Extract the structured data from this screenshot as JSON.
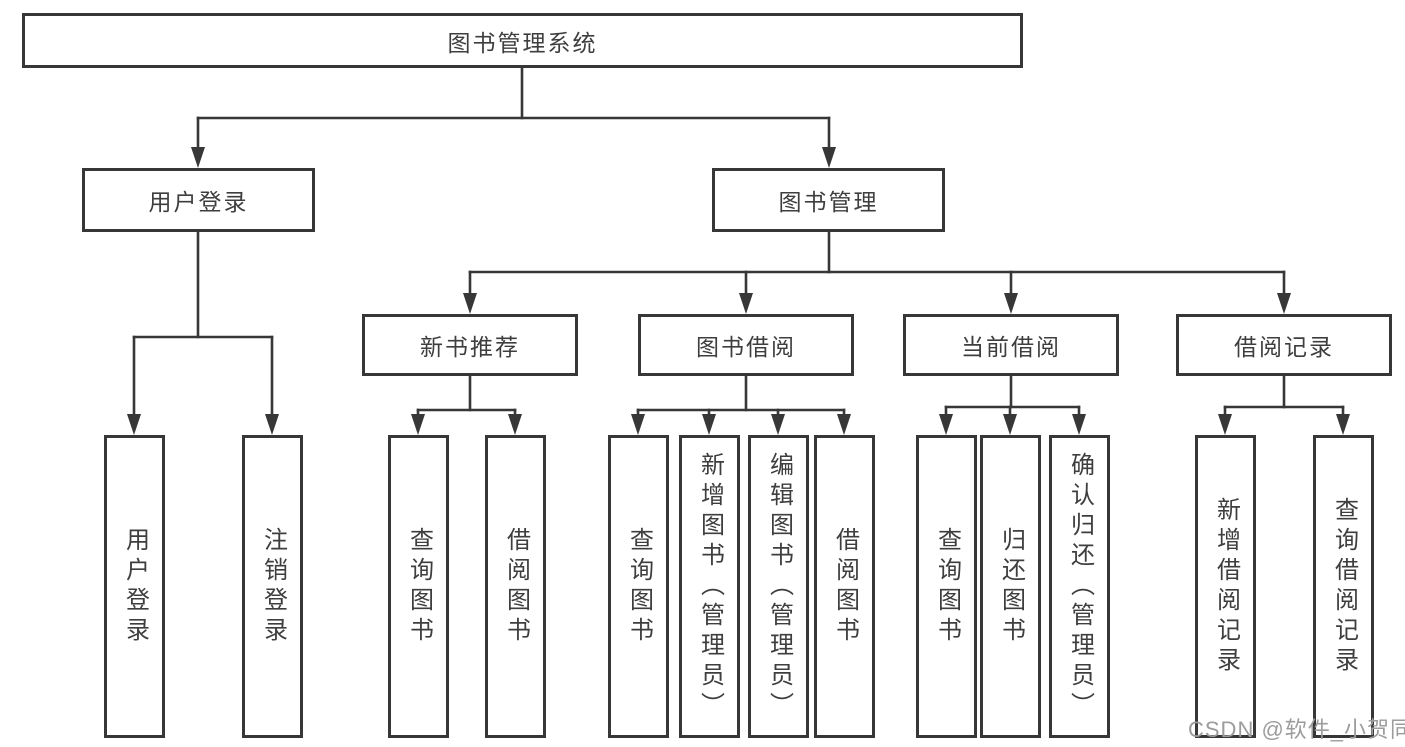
{
  "tree": {
    "label": "图书管理系统",
    "children": [
      {
        "label": "用户登录",
        "children": [
          {
            "label": "用户登录"
          },
          {
            "label": "注销登录"
          }
        ]
      },
      {
        "label": "图书管理",
        "children": [
          {
            "label": "新书推荐",
            "children": [
              {
                "label": "查询图书"
              },
              {
                "label": "借阅图书"
              }
            ]
          },
          {
            "label": "图书借阅",
            "children": [
              {
                "label": "查询图书"
              },
              {
                "label": "新增图书（管理员）"
              },
              {
                "label": "编辑图书（管理员）"
              },
              {
                "label": "借阅图书"
              }
            ]
          },
          {
            "label": "当前借阅",
            "children": [
              {
                "label": "查询图书"
              },
              {
                "label": "归还图书"
              },
              {
                "label": "确认归还（管理员）"
              }
            ]
          },
          {
            "label": "借阅记录",
            "children": [
              {
                "label": "新增借阅记录"
              },
              {
                "label": "查询借阅记录"
              }
            ]
          }
        ]
      }
    ]
  },
  "watermark": "CSDN @软件_小贺同学",
  "colors": {
    "line": "#373737",
    "text": "#3e3e3e",
    "watermark": "#9c9c9c",
    "background": "#ffffff"
  }
}
